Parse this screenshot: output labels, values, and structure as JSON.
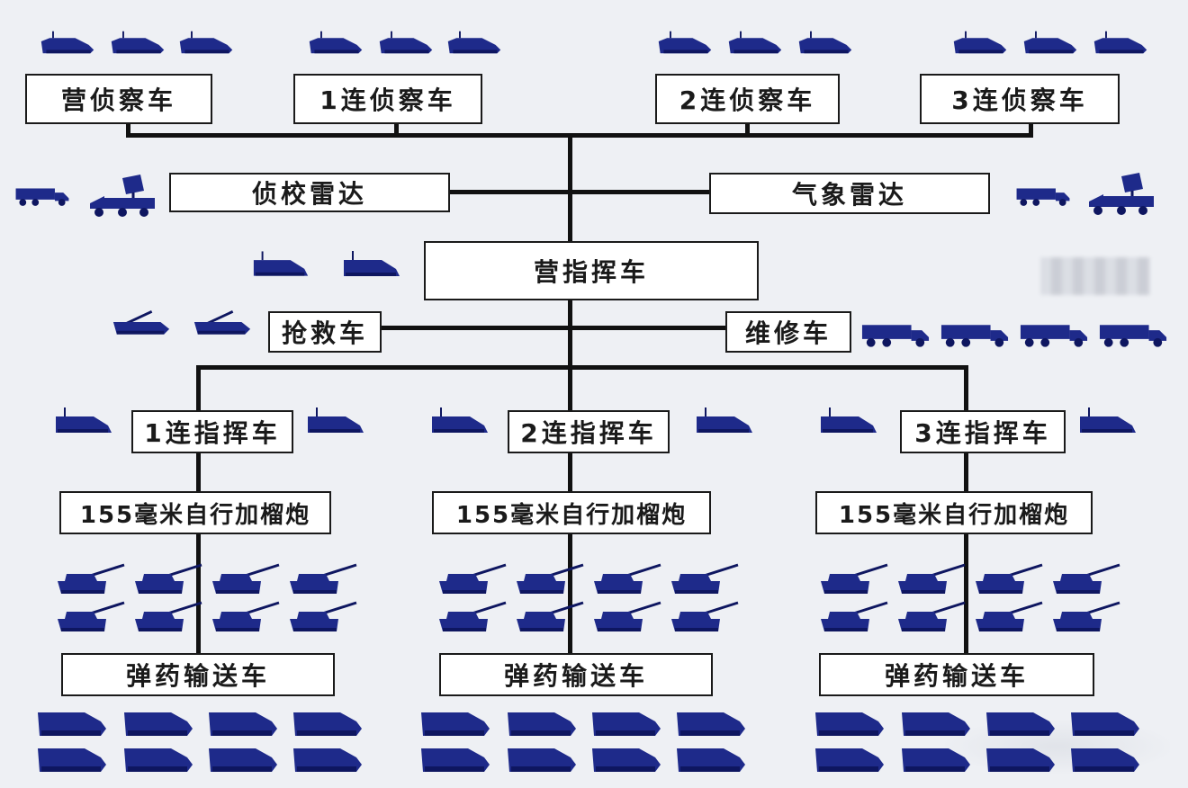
{
  "colors": {
    "vehicle": "#1e2a8a",
    "vehicle_dark": "#0e1660",
    "line": "#111111",
    "box_border": "#1a1a1a",
    "background": "#eef0f4"
  },
  "labels": {
    "bn_recon": "营侦察车",
    "co1_recon": "1连侦察车",
    "co2_recon": "2连侦察车",
    "co3_recon": "3连侦察车",
    "recon_radar": "侦校雷达",
    "weather_radar": "气象雷达",
    "bn_command": "营指挥车",
    "rescue": "抢救车",
    "repair": "维修车",
    "co1_command": "1连指挥车",
    "co2_command": "2连指挥车",
    "co3_command": "3连指挥车",
    "howitzer_1": "155毫米自行加榴炮",
    "howitzer_2": "155毫米自行加榴炮",
    "howitzer_3": "155毫米自行加榴炮",
    "ammo_1": "弹药输送车",
    "ammo_2": "弹药输送车",
    "ammo_3": "弹药输送车"
  },
  "icons": [
    "recon-vehicle-icon",
    "radar-truck-icon",
    "truck-icon",
    "command-vehicle-icon",
    "recovery-vehicle-icon",
    "self-propelled-howitzer-icon",
    "ammunition-carrier-icon"
  ]
}
